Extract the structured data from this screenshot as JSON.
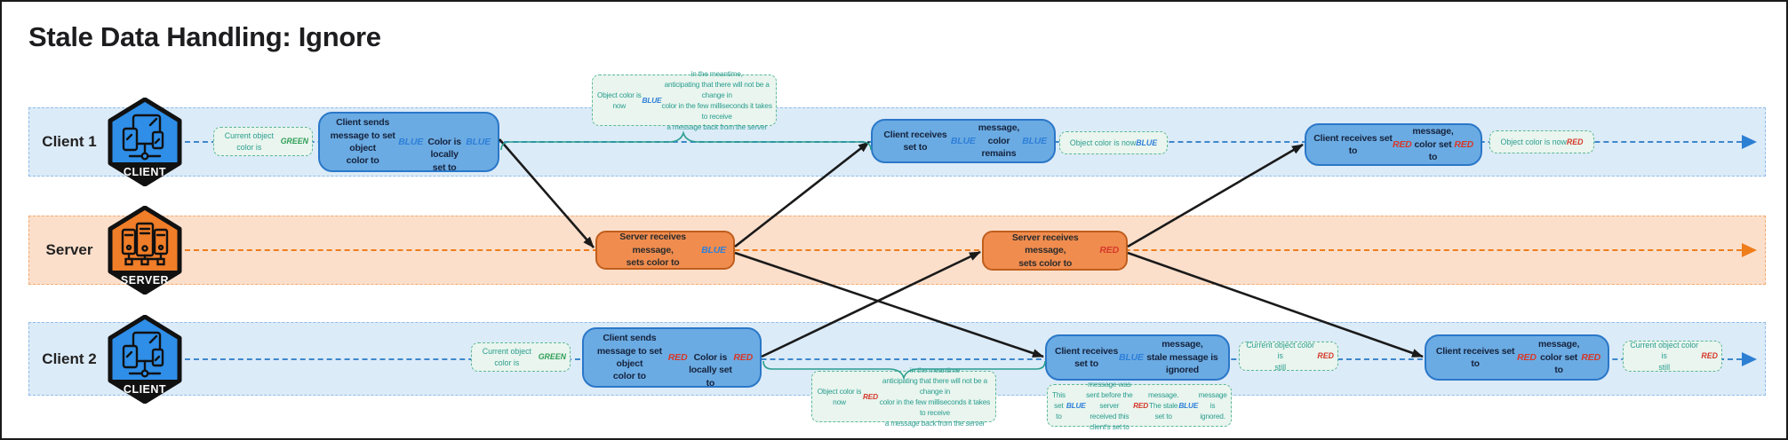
{
  "title": "Stale Data Handling: Ignore",
  "lanes": [
    {
      "label": "Client 1",
      "badge": "CLIENT"
    },
    {
      "label": "Server",
      "badge": "SERVER"
    },
    {
      "label": "Client 2",
      "badge": "CLIENT"
    }
  ],
  "boxes": {
    "client1_send": {
      "segments": [
        {
          "t": "Client sends message to set object\ncolor to "
        },
        {
          "t": "BLUE",
          "c": "blue"
        },
        {
          "t": "\n\nColor is locally set to "
        },
        {
          "t": "BLUE",
          "c": "blue"
        }
      ]
    },
    "client1_receive_blue": {
      "segments": [
        {
          "t": "Client receives set to "
        },
        {
          "t": "BLUE",
          "c": "blue"
        },
        {
          "t": " message,\ncolor remains "
        },
        {
          "t": "BLUE",
          "c": "blue"
        }
      ]
    },
    "client1_receive_red": {
      "segments": [
        {
          "t": "Client receives set to "
        },
        {
          "t": "RED",
          "c": "red"
        },
        {
          "t": " message,\ncolor set to "
        },
        {
          "t": "RED",
          "c": "red"
        }
      ]
    },
    "server_receive_blue": {
      "segments": [
        {
          "t": "Server receives message,\nsets color to "
        },
        {
          "t": "BLUE",
          "c": "blue"
        }
      ]
    },
    "server_receive_red": {
      "segments": [
        {
          "t": "Server receives message,\nsets color to "
        },
        {
          "t": "RED",
          "c": "red"
        }
      ]
    },
    "client2_send": {
      "segments": [
        {
          "t": "Client sends message to set object\ncolor to "
        },
        {
          "t": "RED",
          "c": "red"
        },
        {
          "t": "\n\nColor is locally set to "
        },
        {
          "t": "RED",
          "c": "red"
        }
      ]
    },
    "client2_receive_blue": {
      "segments": [
        {
          "t": "Client receives set to "
        },
        {
          "t": "BLUE",
          "c": "blue"
        },
        {
          "t": " message,\nstale message is ignored"
        }
      ]
    },
    "client2_receive_red": {
      "segments": [
        {
          "t": "Client receives set to "
        },
        {
          "t": "RED",
          "c": "red"
        },
        {
          "t": " message,\ncolor set to "
        },
        {
          "t": "RED",
          "c": "red"
        }
      ]
    }
  },
  "notes": {
    "client1_initial": {
      "segments": [
        {
          "t": "Current object color is\n"
        },
        {
          "t": "GREEN",
          "c": "green"
        }
      ]
    },
    "client1_meantime": {
      "segments": [
        {
          "t": "Object color is now "
        },
        {
          "t": "BLUE",
          "c": "blue"
        },
        {
          "t": " in the meantime,\nanticipating that there will not be a change in\ncolor in the few milliseconds it takes to receive\na message back from the server"
        }
      ]
    },
    "client1_now_blue": {
      "segments": [
        {
          "t": "Object color is now "
        },
        {
          "t": "BLUE",
          "c": "blue"
        }
      ]
    },
    "client1_now_red": {
      "segments": [
        {
          "t": "Object color is now "
        },
        {
          "t": "RED",
          "c": "red"
        }
      ]
    },
    "client2_initial": {
      "segments": [
        {
          "t": "Current object color is\n"
        },
        {
          "t": "GREEN",
          "c": "green"
        }
      ]
    },
    "client2_meantime": {
      "segments": [
        {
          "t": "Object color is now "
        },
        {
          "t": "RED",
          "c": "red"
        },
        {
          "t": " in the meantime\nanticipating that there will not be a change in\ncolor in the few milliseconds it takes to receive\na message back from the server"
        }
      ]
    },
    "client2_still_red_1": {
      "segments": [
        {
          "t": "Current object color is\nstill "
        },
        {
          "t": "RED",
          "c": "red"
        }
      ]
    },
    "client2_stale_explain": {
      "segments": [
        {
          "t": "This set to "
        },
        {
          "t": "BLUE",
          "c": "blue"
        },
        {
          "t": " message was sent before the\nserver received this client's set to "
        },
        {
          "t": "RED",
          "c": "red"
        },
        {
          "t": " message.\nThe stale set to "
        },
        {
          "t": "BLUE",
          "c": "blue"
        },
        {
          "t": " message is ignored."
        }
      ]
    },
    "client2_still_red_2": {
      "segments": [
        {
          "t": "Current object color is\nstill "
        },
        {
          "t": "RED",
          "c": "red"
        }
      ]
    }
  },
  "colors": {
    "lane_client_bg": "#dcebf8",
    "lane_client_border": "#8fbce8",
    "lifeline_client": "#2d7fd3",
    "lane_server_bg": "#fcdfcb",
    "lane_server_border": "#f3a96f",
    "lifeline_server": "#ee7d1c",
    "box_client_bg": "#6babe3",
    "box_client_border": "#2a77c8",
    "box_server_bg": "#f08c4e",
    "box_server_border": "#bf5e1d",
    "note_bg": "#e9f5ee",
    "note_border": "#5cb899",
    "note_text": "#2a9d8f",
    "word_blue": "#2e7fd9",
    "word_red": "#d5382a",
    "word_green": "#2f9e57",
    "badge_client": "#2e8ee8",
    "badge_server": "#f07d28",
    "arrow": "#1a1a1a",
    "brace": "#2a9d8f"
  }
}
